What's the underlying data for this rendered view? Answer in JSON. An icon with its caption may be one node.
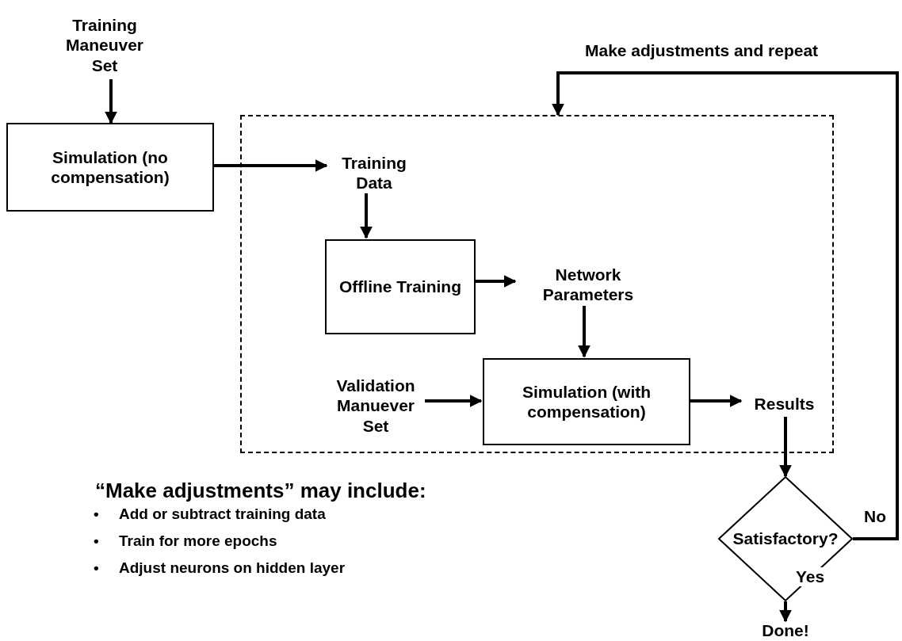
{
  "diagram": {
    "nodes": [
      {
        "text": [
          "Training Maneuver Set"
        ]
      },
      {
        "text": [
          "Simulation (no compensation)"
        ]
      },
      {
        "text": [],
        "shape": "box"
      },
      {
        "text": [
          "Training Data"
        ],
        "in": 2
      },
      {
        "text": [
          "Offline Training"
        ],
        "in": 2
      },
      {
        "text": [
          "Network Parameters"
        ],
        "in": 2
      },
      {
        "text": [
          "Validation Manuever Set"
        ],
        "in": 2
      },
      {
        "text": [
          "Simulation (with compensation)"
        ],
        "in": 2
      },
      {
        "text": [
          "Results"
        ],
        "in": 2
      },
      {
        "text": [
          "Satisfactory?"
        ]
      },
      {
        "text": [
          "Done!"
        ]
      }
    ],
    "edges": [
      {
        "from": 0,
        "to": 1,
        "arrow": "to"
      },
      {
        "from": 1,
        "to": 3,
        "arrow": "to"
      },
      {
        "from": 3,
        "to": 4,
        "arrow": "to"
      },
      {
        "from": 4,
        "to": 5,
        "arrow": "to"
      },
      {
        "from": 5,
        "to": 7,
        "arrow": "to"
      },
      {
        "from": 6,
        "to": 7,
        "arrow": "to"
      },
      {
        "from": 7,
        "to": 8,
        "arrow": "to"
      },
      {
        "from": 8,
        "to": 9,
        "arrow": "to"
      },
      {
        "from": 9,
        "to": 10,
        "label": "Yes",
        "arrow": "to"
      },
      {
        "from": 9,
        "to": 2,
        "label": "No",
        "arrow": "to"
      }
    ],
    "labels": [
      "Make adjustments and repeat",
      "“Make adjustments” may include:",
      "•",
      "Add or subtract training data",
      "•",
      "Train for more epochs",
      "•",
      "Adjust neurons on hidden layer"
    ]
  }
}
